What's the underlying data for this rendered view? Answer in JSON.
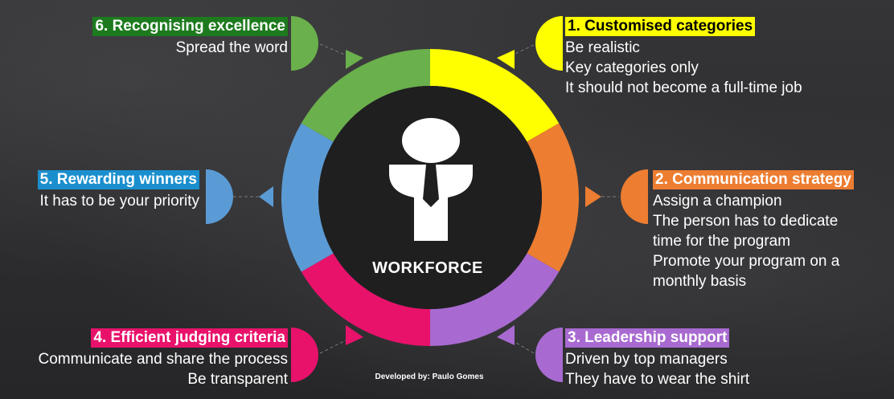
{
  "center_label": "WORKFORCE",
  "credit": "Developed by: Paulo Gomes",
  "colors": {
    "yellow": "#ffff00",
    "orange": "#ed7d31",
    "purple": "#a86ad0",
    "pink": "#e8126b",
    "blue": "#5b9bd5",
    "green": "#6ab04c"
  },
  "steps": [
    {
      "title": "1. Customised categories",
      "lines": [
        "Be realistic",
        "Key categories only",
        "It should not become a full-time job"
      ]
    },
    {
      "title": "2. Communication strategy",
      "lines": [
        "Assign a champion",
        "The person has to dedicate",
        "time for the program",
        "Promote your program on a",
        "monthly basis"
      ]
    },
    {
      "title": "3. Leadership support",
      "lines": [
        "Driven by top managers",
        "They have to wear the shirt"
      ]
    },
    {
      "title": "4. Efficient judging criteria",
      "lines": [
        "Communicate and share the process",
        "Be transparent"
      ]
    },
    {
      "title": "5. Rewarding winners",
      "lines": [
        "It has to be your priority"
      ]
    },
    {
      "title": "6. Recognising excellence",
      "lines": [
        "Spread the word"
      ]
    }
  ]
}
